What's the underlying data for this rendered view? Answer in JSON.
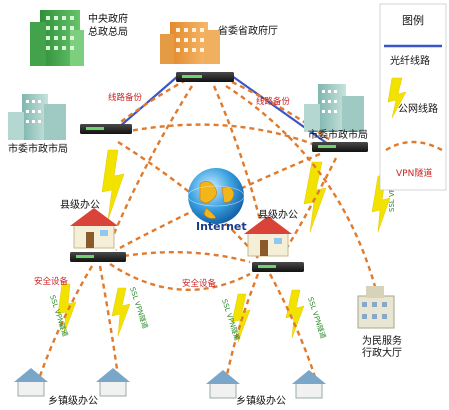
{
  "nodes": {
    "central": "中央政府\n总政总局",
    "provincial": "省委省政府厅",
    "city_left": "市委市政市局",
    "city_right": "市委市政市局",
    "county_left": "县级办公",
    "county_right": "县级办公",
    "township_left": "乡镇级办公",
    "township_right": "乡镇级办公",
    "service_hall": "为民服务\n行政大厅"
  },
  "links": {
    "backup_left": "线路备份",
    "backup_right": "线路备份",
    "security_left": "安全设备",
    "security_center": "安全设备",
    "ssl_vpn_1": "SSL VPN隧道",
    "ssl_vpn_2": "SSL VPN隧道",
    "ssl_vpn_3": "SSL VPN隧道",
    "ssl_vpn_4": "SSL VPN隧道",
    "ssl_vpn_5": "SSL VPN隧道"
  },
  "internet_label": "Internet",
  "legend": {
    "title": "图例",
    "fiber": "光纤线路",
    "public": "公网线路",
    "vpn": "VPN隧道"
  },
  "colors": {
    "fiber": "#3a55c8",
    "public": "#f2e200",
    "vpn": "#e07a2c",
    "label_red": "#cc2222",
    "label_green": "#2a8a2a"
  }
}
